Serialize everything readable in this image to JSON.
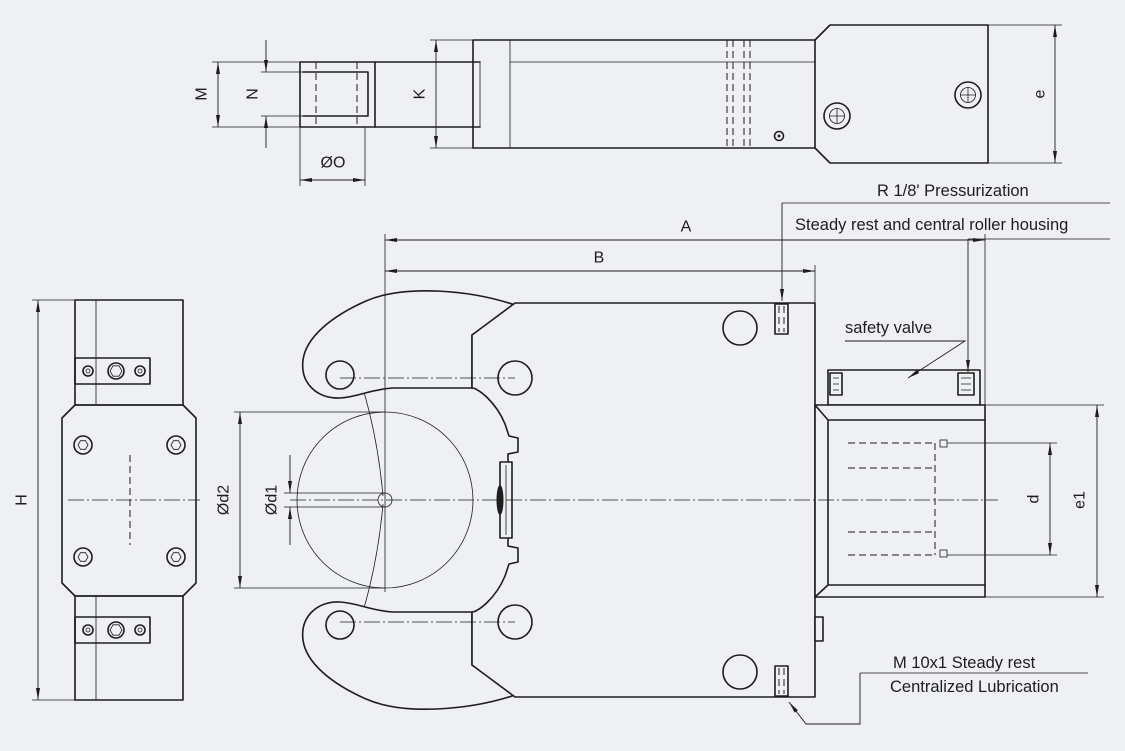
{
  "colors": {
    "background": "#eef0f3",
    "line": "#1d1d1d"
  },
  "top_view": {
    "M": "M",
    "N": "N",
    "K": "K",
    "O": "ØO",
    "e": "e"
  },
  "front_view": {
    "A": "A",
    "B": "B",
    "d2": "Ød2",
    "d1": "Ød1",
    "d": "d",
    "e1": "e1"
  },
  "side_view": {
    "H": "H"
  },
  "callouts": {
    "pressurization": "R 1/8' Pressurization",
    "housing": "Steady rest and central roller housing",
    "safety_valve": "safety valve",
    "steady_rest_thread": "M 10x1 Steady rest",
    "lubrication": "Centralized Lubrication"
  }
}
